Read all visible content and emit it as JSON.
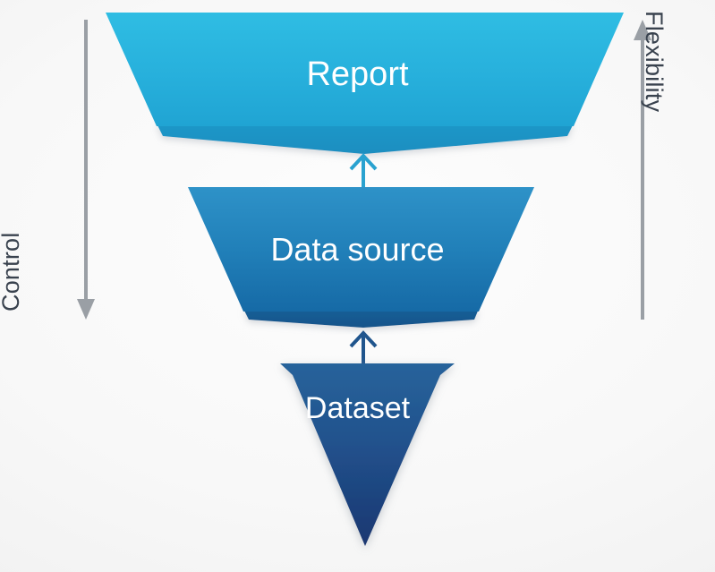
{
  "diagram": {
    "type": "inverted-funnel",
    "title": "",
    "background_color": "#f4f4f4",
    "stages": [
      {
        "id": "report",
        "label": "Report",
        "shape": "trapezoid",
        "level": 1,
        "fill_top": "#2ab8e0",
        "fill_bottom": "#22a7d6",
        "fold_color": "#1f93c4",
        "text_color": "#ffffff"
      },
      {
        "id": "data-source",
        "label": "Data source",
        "shape": "trapezoid",
        "level": 2,
        "fill_top": "#2b8cc4",
        "fill_bottom": "#1a6fab",
        "fold_color": "#175e93",
        "text_color": "#ffffff"
      },
      {
        "id": "dataset",
        "label": "Dataset",
        "shape": "inverted-triangle",
        "level": 3,
        "fill_top": "#245f96",
        "fill_bottom": "#1c3a74",
        "fold_color": "#1c3a74",
        "text_color": "#ffffff"
      }
    ],
    "connectors": [
      {
        "id": "dataset-to-data-source",
        "from": "dataset",
        "to": "data-source",
        "direction": "up",
        "color": "#20558d"
      },
      {
        "id": "data-source-to-report",
        "from": "data-source",
        "to": "report",
        "direction": "up",
        "color": "#29a2d0"
      }
    ],
    "axes": [
      {
        "id": "control-axis",
        "label": "Control",
        "side": "left",
        "direction": "down",
        "color": "#9a9fa5",
        "text_color": "#39424e"
      },
      {
        "id": "flexibility-axis",
        "label": "Flexibility",
        "side": "right",
        "direction": "up",
        "color": "#9a9fa5",
        "text_color": "#39424e"
      }
    ]
  }
}
